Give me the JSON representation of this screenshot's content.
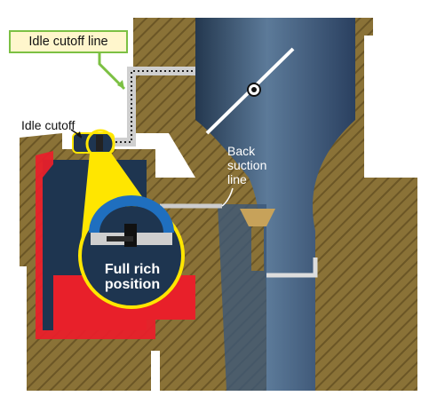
{
  "labels": {
    "idle_cutoff_line": "Idle cutoff line",
    "idle_cutoff": "Idle cutoff",
    "back_suction_line_1": "Back",
    "back_suction_line_2": "suction",
    "back_suction_line_3": "line",
    "full_rich_1": "Full rich",
    "full_rich_2": "position"
  },
  "colors": {
    "brass": "#8a7237",
    "venturi_dark": "#24384f",
    "venturi_light": "#5c7a99",
    "fuel": "#e8202a",
    "float_chamber": "#1e3550",
    "callout_border": "#7cc043",
    "callout_fill": "#fff6cc",
    "magnifier": "#ffe600",
    "valve_blue": "#1f6fbf"
  }
}
